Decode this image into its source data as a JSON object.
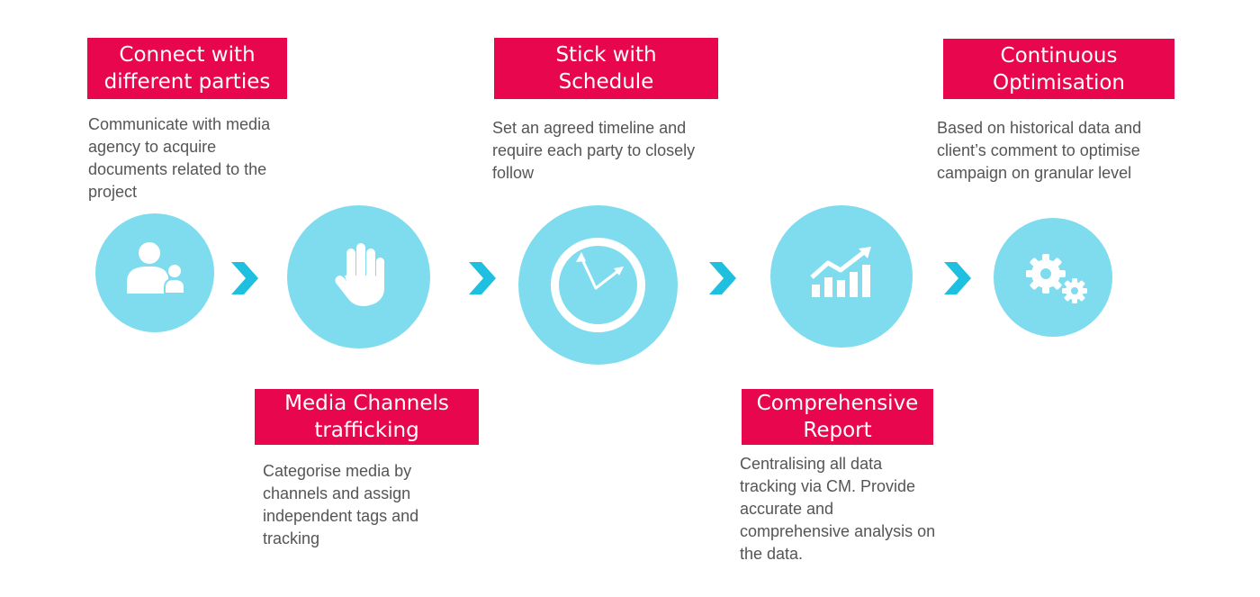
{
  "steps": [
    {
      "title_lines": [
        "Connect with",
        "different parties"
      ],
      "description_lines": [
        "Communicate with media",
        "agency to acquire",
        "documents related to the",
        "project"
      ],
      "icon": "people-icon"
    },
    {
      "title_lines": [
        "Media Channels",
        "trafficking"
      ],
      "description_lines": [
        "Categorise media by",
        "channels and assign",
        "independent tags and",
        "tracking"
      ],
      "icon": "hand-icon"
    },
    {
      "title_lines": [
        "Stick with",
        "Schedule"
      ],
      "description_lines": [
        "Set an agreed timeline and",
        "require each party to closely",
        "follow"
      ],
      "icon": "clock-icon"
    },
    {
      "title_lines": [
        "Comprehensive",
        "Report"
      ],
      "description_lines": [
        "Centralising all data",
        "tracking via CM. Provide",
        "accurate and",
        "comprehensive analysis on",
        "the data."
      ],
      "icon": "growth-chart-icon"
    },
    {
      "title_lines": [
        "Continuous",
        "Optimisation"
      ],
      "description_lines": [
        "Based on historical data and",
        "client’s comment to optimise",
        "campaign on granular level"
      ],
      "icon": "gears-icon"
    }
  ],
  "colors": {
    "title_background": "#e8064f",
    "title_text": "#ffffff",
    "circle": "#7fdcee",
    "chevron": "#1fc0df",
    "description_text": "#555555"
  }
}
